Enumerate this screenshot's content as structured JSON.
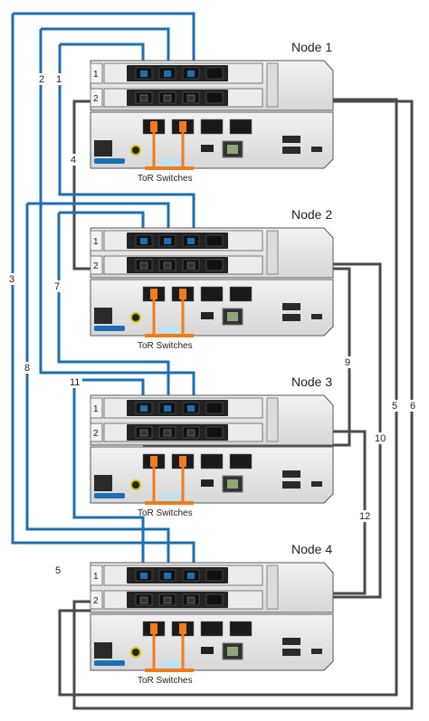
{
  "nodes": [
    {
      "title": "Node 1",
      "tor_label": "ToR Switches",
      "slots": [
        "1",
        "2"
      ]
    },
    {
      "title": "Node 2",
      "tor_label": "ToR Switches",
      "slots": [
        "1",
        "2"
      ]
    },
    {
      "title": "Node 3",
      "tor_label": "ToR Switches",
      "slots": [
        "1",
        "2"
      ]
    },
    {
      "title": "Node 4",
      "tor_label": "ToR Switches",
      "slots": [
        "1",
        "2"
      ]
    }
  ],
  "cable_labels": [
    "1",
    "2",
    "3",
    "4",
    "5",
    "6",
    "7",
    "8",
    "9",
    "10",
    "11",
    "12",
    "5"
  ],
  "colors": {
    "blue_cable": "#1c6fb5",
    "gray_cable": "#4a4a4a",
    "orange_cable": "#f07c1e",
    "chassis": "#e8e8e8",
    "chassis_stroke": "#555555",
    "port_blue": "#1c6fb5"
  }
}
